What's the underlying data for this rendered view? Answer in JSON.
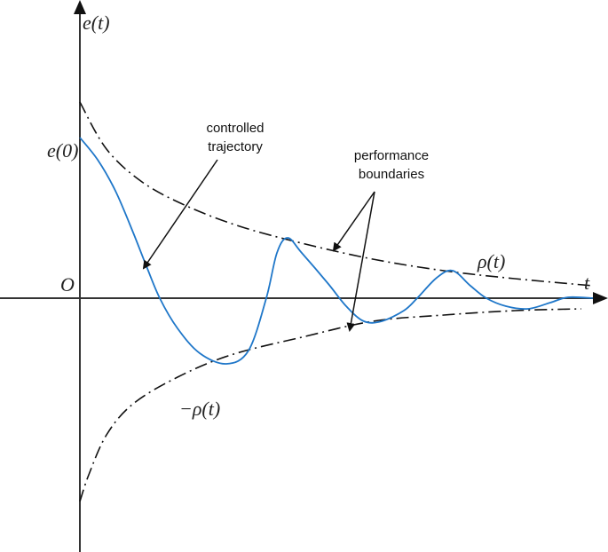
{
  "chart_data": {
    "type": "line",
    "title": "",
    "xlabel": "t",
    "ylabel": "e(t)",
    "origin_label": "O",
    "grid": false,
    "legend": null,
    "series": [
      {
        "name": "controlled trajectory",
        "style": "solid",
        "color": "#1f77c9",
        "points": [
          [
            90,
            155
          ],
          [
            110,
            180
          ],
          [
            130,
            215
          ],
          [
            150,
            262
          ],
          [
            165,
            300
          ],
          [
            180,
            336
          ],
          [
            200,
            370
          ],
          [
            225,
            398
          ],
          [
            255,
            410
          ],
          [
            280,
            395
          ],
          [
            300,
            336
          ],
          [
            312,
            285
          ],
          [
            324,
            268
          ],
          [
            340,
            285
          ],
          [
            370,
            320
          ],
          [
            390,
            345
          ],
          [
            410,
            362
          ],
          [
            430,
            362
          ],
          [
            455,
            350
          ],
          [
            470,
            336
          ],
          [
            492,
            313
          ],
          [
            510,
            305
          ],
          [
            530,
            322
          ],
          [
            548,
            336
          ],
          [
            570,
            345
          ],
          [
            595,
            348
          ],
          [
            620,
            341
          ],
          [
            640,
            335
          ],
          [
            668,
            336
          ]
        ]
      },
      {
        "name": "rho(t)",
        "label": "ρ(t)",
        "style": "dash-dot",
        "color": "#111111",
        "points": [
          [
            90,
            115
          ],
          [
            120,
            168
          ],
          [
            160,
            205
          ],
          [
            210,
            232
          ],
          [
            270,
            255
          ],
          [
            340,
            274
          ],
          [
            420,
            292
          ],
          [
            500,
            305
          ],
          [
            580,
            314
          ],
          [
            668,
            322
          ]
        ]
      },
      {
        "name": "-rho(t)",
        "label": "−ρ(t)",
        "style": "dash-dot",
        "color": "#111111",
        "points": [
          [
            90,
            565
          ],
          [
            100,
            535
          ],
          [
            120,
            490
          ],
          [
            150,
            455
          ],
          [
            200,
            425
          ],
          [
            260,
            400
          ],
          [
            340,
            380
          ],
          [
            420,
            362
          ],
          [
            500,
            355
          ],
          [
            580,
            350
          ],
          [
            655,
            348
          ]
        ]
      }
    ],
    "annotations": [
      {
        "text": "controlled trajectory",
        "lines": [
          "controlled",
          "trajectory"
        ],
        "x": 265,
        "y": 150,
        "arrows": [
          {
            "from": [
              245,
              180
            ],
            "to": [
              162,
              302
            ]
          }
        ]
      },
      {
        "text": "performance boundaries",
        "lines": [
          "performance",
          "boundaries"
        ],
        "x": 440,
        "y": 178,
        "arrows": [
          {
            "from": [
              422,
              216
            ],
            "to": [
              376,
              282
            ]
          },
          {
            "from": [
              422,
              216
            ],
            "to": [
              394,
              372
            ]
          }
        ]
      }
    ],
    "tick_labels": {
      "y": [
        "e(0)"
      ],
      "x": []
    }
  },
  "labels": {
    "y_axis": "e(t)",
    "x_axis": "t",
    "origin": "O",
    "e0": "e(0)",
    "rho": "ρ(t)",
    "neg_rho": "−ρ(t)",
    "annotation_1_line1": "controlled",
    "annotation_1_line2": "trajectory",
    "annotation_2_line1": "performance",
    "annotation_2_line2": "boundaries"
  },
  "colors": {
    "trajectory": "#1f77c9",
    "boundary": "#111111",
    "axis": "#333333"
  }
}
